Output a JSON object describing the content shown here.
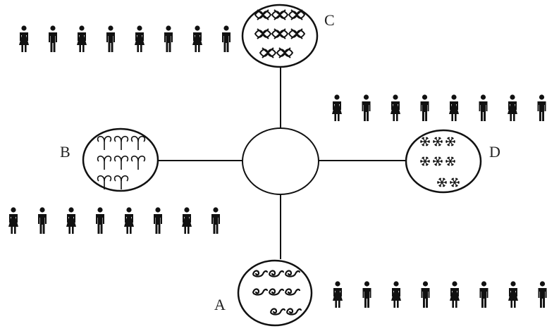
{
  "diagram": {
    "nodes": [
      {
        "id": "center",
        "label": ""
      },
      {
        "id": "C",
        "label": "C",
        "symbol": "diamond-icon",
        "symbol_counts": [
          3,
          3,
          2
        ]
      },
      {
        "id": "B",
        "label": "B",
        "symbol": "aries-icon",
        "symbol_counts": [
          3,
          3,
          2
        ]
      },
      {
        "id": "D",
        "label": "D",
        "symbol": "snowflake-icon",
        "symbol_counts": [
          3,
          3,
          2
        ]
      },
      {
        "id": "A",
        "label": "A",
        "symbol": "wave-icon",
        "symbol_counts": [
          3,
          3,
          2
        ]
      }
    ],
    "edges": [
      {
        "from": "center",
        "to": "C"
      },
      {
        "from": "center",
        "to": "B"
      },
      {
        "from": "center",
        "to": "D"
      },
      {
        "from": "center",
        "to": "A"
      }
    ],
    "people_rows": [
      {
        "near": "C",
        "pattern": [
          "female",
          "male",
          "female",
          "male",
          "female",
          "male",
          "female",
          "male"
        ]
      },
      {
        "near": "D",
        "pattern": [
          "female",
          "male",
          "female",
          "male",
          "female",
          "male",
          "female",
          "male"
        ]
      },
      {
        "near": "B",
        "pattern": [
          "female",
          "male",
          "female",
          "male",
          "female",
          "male",
          "female",
          "male"
        ]
      },
      {
        "near": "A",
        "pattern": [
          "female",
          "male",
          "female",
          "male",
          "female",
          "male",
          "female",
          "male"
        ]
      }
    ],
    "colors": {
      "stroke": "#111111",
      "fill": "#ffffff",
      "person": "#111111"
    }
  }
}
